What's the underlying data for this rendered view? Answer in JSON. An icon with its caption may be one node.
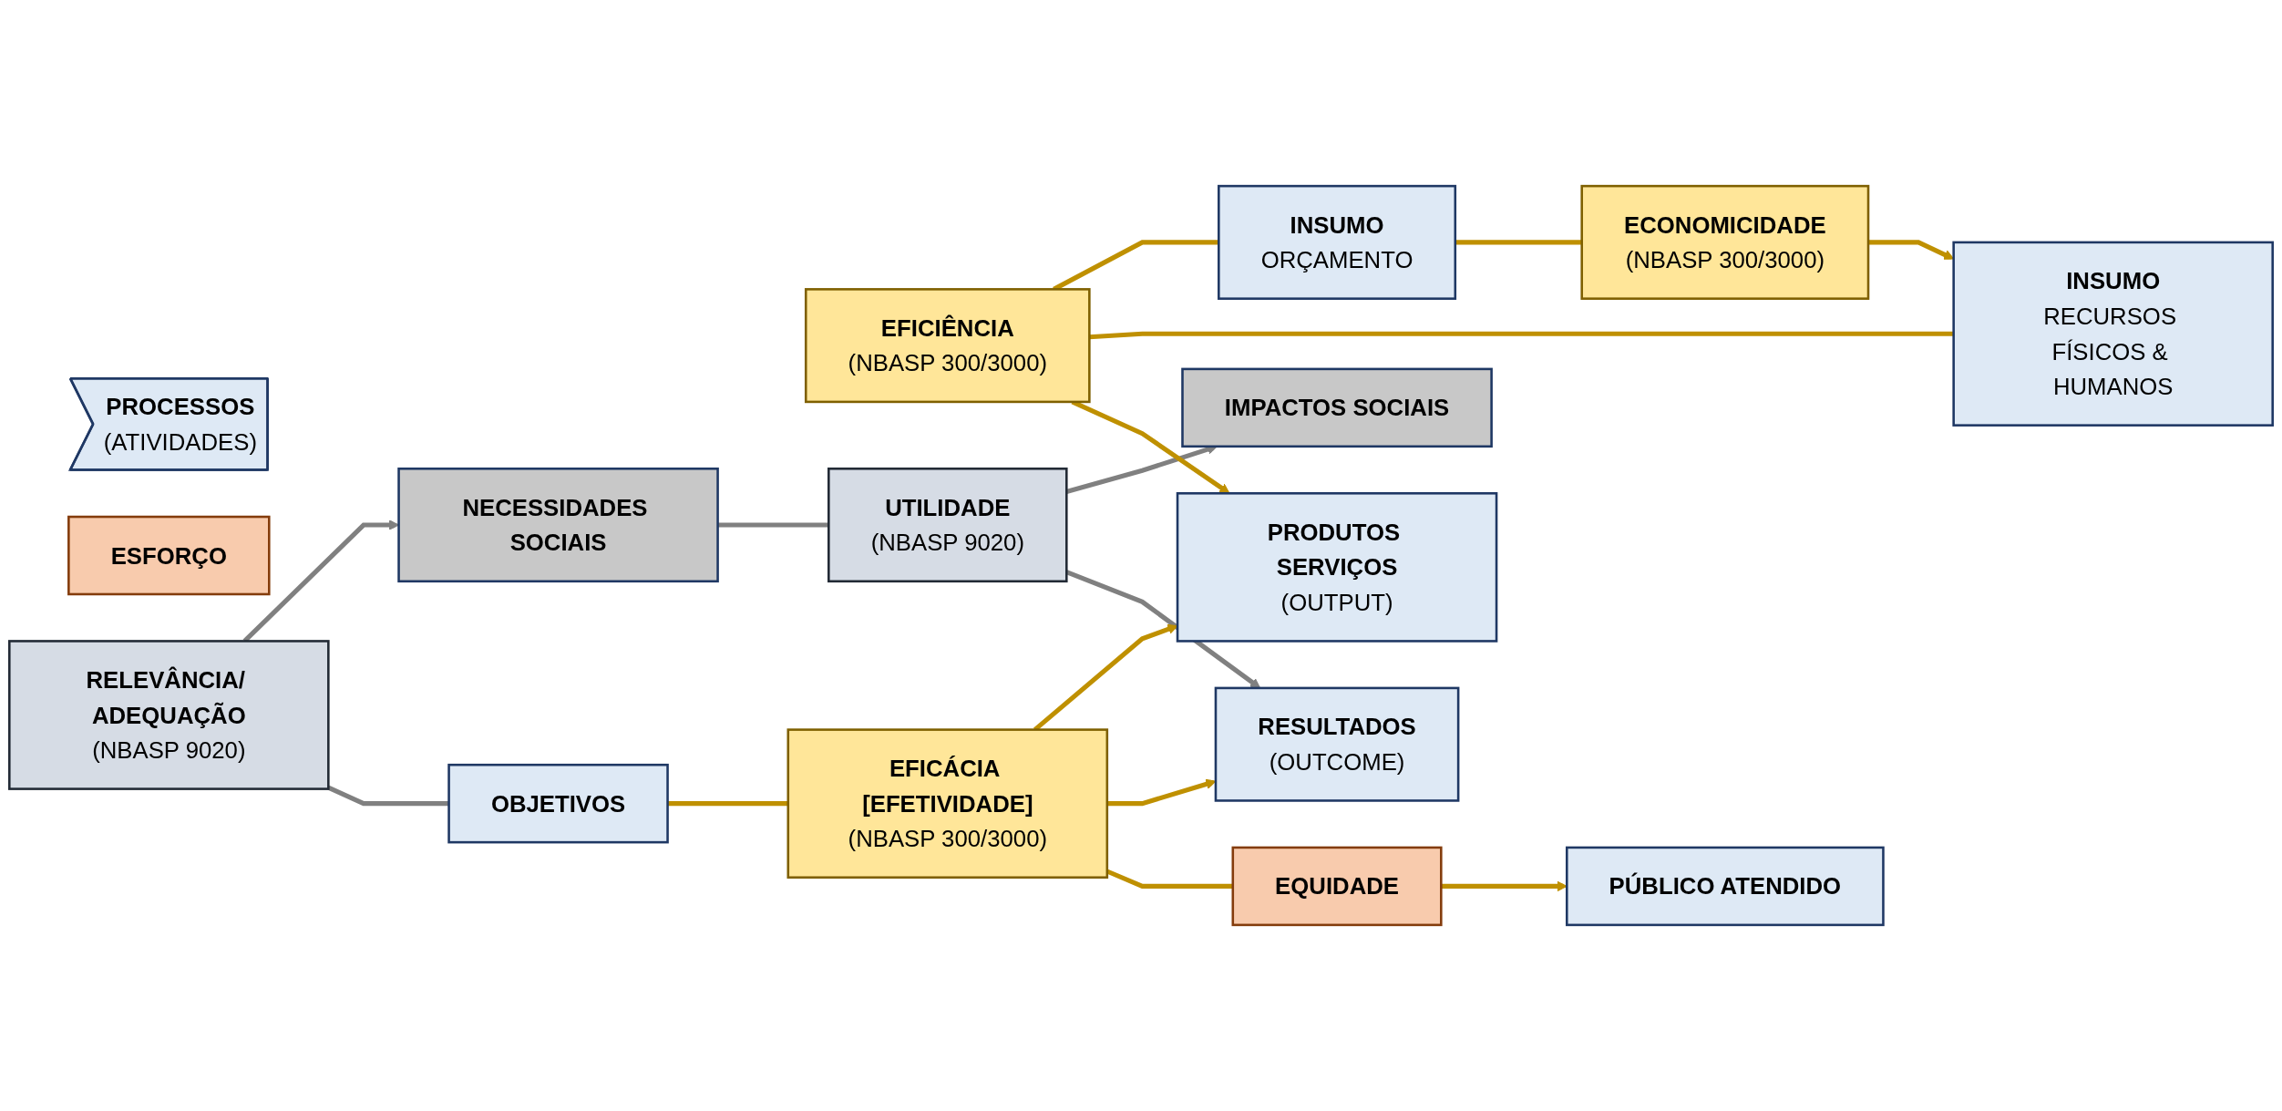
{
  "diagram": {
    "nodes": [
      {
        "text": [
          "NECESSIDADES SOCIAIS"
        ]
      },
      {
        "text": [
          "UTILIDADE",
          "(NBASP 9020)"
        ]
      },
      {
        "text": [
          "EFICIÊNCIA",
          "(NBASP 300/3000)"
        ]
      },
      {
        "text": [
          "OBJETIVOS"
        ]
      },
      {
        "text": [
          "INSUMO",
          "ORÇAMENTO"
        ]
      },
      {
        "text": [
          "INSUMO",
          "RECURSOS FÍSICOS & HUMANOS"
        ]
      },
      {
        "text": [
          "PROCESSOS",
          "(ATIVIDADES)"
        ]
      },
      {
        "text": [
          "PRODUTOS SERVIÇOS",
          "(OUTPUT)"
        ]
      },
      {
        "text": [
          "PÚBLICO ATENDIDO"
        ]
      },
      {
        "text": [
          "RESULTADOS",
          "(OUTCOME)"
        ]
      },
      {
        "text": [
          "IMPACTOS SOCIAIS"
        ]
      },
      {
        "text": [
          "ECONOMICIDADE",
          "(NBASP 300/3000)"
        ]
      },
      {
        "text": [
          "ESFORÇO"
        ]
      },
      {
        "text": [
          "EQUIDADE"
        ]
      },
      {
        "text": [
          "EFICÁCIA [EFETIVIDADE]",
          "(NBASP 300/3000)"
        ]
      },
      {
        "text": [
          "RELEVÂNCIA/ ADEQUAÇÃO",
          "(NBASP 9020)"
        ]
      }
    ],
    "edges": [
      {
        "from": 0,
        "to": 1,
        "arrow": "none",
        "color": "#808080"
      },
      {
        "from": 1,
        "to": 10,
        "arrow": "to",
        "color": "#808080"
      },
      {
        "from": 1,
        "to": 9,
        "arrow": "to",
        "color": "#808080"
      },
      {
        "from": 2,
        "to": 4,
        "arrow": "none"
      },
      {
        "from": 2,
        "to": 5,
        "arrow": "none"
      },
      {
        "from": 2,
        "to": 7,
        "arrow": "to"
      },
      {
        "from": 4,
        "to": 11,
        "arrow": "none"
      },
      {
        "from": 11,
        "to": 5,
        "arrow": "to"
      },
      {
        "from": 15,
        "to": 0,
        "arrow": "to",
        "color": "#808080"
      },
      {
        "from": 15,
        "to": 3,
        "arrow": "none",
        "color": "#808080"
      },
      {
        "from": 3,
        "to": 14,
        "arrow": "none"
      },
      {
        "from": 14,
        "to": 7,
        "arrow": "to"
      },
      {
        "from": 14,
        "to": 9,
        "arrow": "to"
      },
      {
        "from": 13,
        "to": 8,
        "arrow": "to"
      },
      {
        "from": 14,
        "to": 13,
        "arrow": "none"
      }
    ]
  }
}
